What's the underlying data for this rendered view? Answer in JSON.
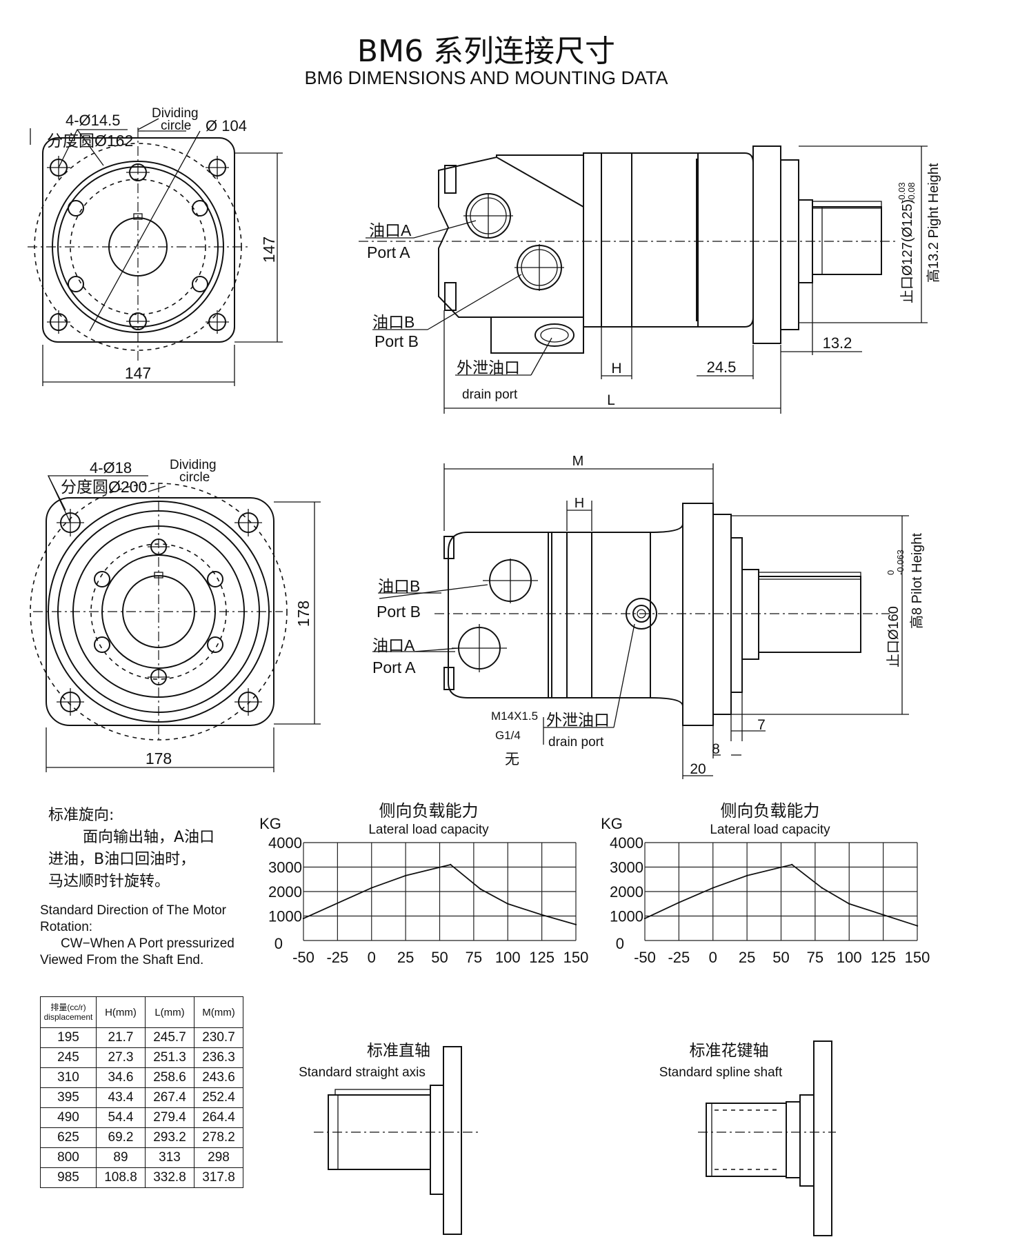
{
  "title_cn": "BM6 系列连接尺寸",
  "title_en": "BM6 DIMENSIONS AND MOUNTING DATA",
  "view1": {
    "holes": "4-Ø14.5",
    "dividing_label": "Dividing",
    "circle_label": "circle",
    "dividing_cn": "分度圆Ø162",
    "bore": "Ø 104",
    "height": "147",
    "width": "147"
  },
  "side1": {
    "port_a_cn": "油口A",
    "port_a_en": "Port A",
    "port_b_cn": "油口B",
    "port_b_en": "Port B",
    "drain_cn": "外泄油口",
    "drain_en": "drain port",
    "h": "H",
    "l": "L",
    "d245": "24.5",
    "d132": "13.2",
    "pilot_cn": "止口Ø127(Ø125)",
    "pilot_tol_upper": "-0.03",
    "pilot_tol_lower": "-0.08",
    "pilot_height": "高13.2 Pight Height"
  },
  "view2": {
    "holes": "4-Ø18",
    "dividing_label": "Dividing",
    "circle_label": "circle",
    "dividing_cn": "分度圆Ø200",
    "height": "178",
    "width": "178"
  },
  "side2": {
    "m": "M",
    "h": "H",
    "port_b_cn": "油口B",
    "port_b_en": "Port B",
    "port_a_cn": "油口A",
    "port_a_en": "Port A",
    "thread1": "M14X1.5",
    "thread2": "G1/4",
    "thread3": "无",
    "drain_cn": "外泄油口",
    "drain_en": "drain port",
    "d7": "7",
    "d8": "8",
    "d20": "20",
    "pilot_cn": "止口Ø160",
    "pilot_tol_upper": "0",
    "pilot_tol_lower": "-0.063",
    "pilot_height": "高8 Pilot Height"
  },
  "rotation": {
    "heading_cn": "标准旋向:",
    "line1_cn": "面向输出轴，A油口",
    "line2_cn": "进油，B油口回油时，",
    "line3_cn": "马达顺时针旋转。",
    "en1": "Standard Direction of The Motor",
    "en2": "Rotation:",
    "en3": "CW−When A Port pressurized",
    "en4": "Viewed From the Shaft End."
  },
  "chart_data": [
    {
      "type": "line",
      "title": "侧向负载能力",
      "subtitle": "Lateral load capacity",
      "ylabel": "KG",
      "x_ticks": [
        "-50",
        "-25",
        "0",
        "25",
        "50",
        "75",
        "100",
        "125",
        "150"
      ],
      "y_ticks": [
        "4000",
        "3000",
        "2000",
        "1000",
        "0"
      ],
      "xlim": [
        -50,
        150
      ],
      "ylim": [
        0,
        4000
      ],
      "grid": true,
      "x": [
        -50,
        0,
        25,
        58,
        80,
        100,
        125,
        150
      ],
      "y": [
        900,
        2150,
        2650,
        3100,
        2100,
        1500,
        1050,
        650
      ]
    },
    {
      "type": "line",
      "title": "侧向负载能力",
      "subtitle": "Lateral load capacity",
      "ylabel": "KG",
      "x_ticks": [
        "-50",
        "-25",
        "0",
        "25",
        "50",
        "75",
        "100",
        "125",
        "150"
      ],
      "y_ticks": [
        "4000",
        "3000",
        "2000",
        "1000",
        "0"
      ],
      "xlim": [
        -50,
        150
      ],
      "ylim": [
        0,
        4000
      ],
      "grid": true,
      "x": [
        -50,
        -25,
        0,
        25,
        58,
        80,
        100,
        125,
        150
      ],
      "y": [
        900,
        1550,
        2150,
        2650,
        3100,
        2150,
        1500,
        1050,
        600
      ]
    }
  ],
  "table": {
    "headers": [
      "排量(cc/r) displacement",
      "H(mm)",
      "L(mm)",
      "M(mm)"
    ],
    "rows": [
      [
        "195",
        "21.7",
        "245.7",
        "230.7"
      ],
      [
        "245",
        "27.3",
        "251.3",
        "236.3"
      ],
      [
        "310",
        "34.6",
        "258.6",
        "243.6"
      ],
      [
        "395",
        "43.4",
        "267.4",
        "252.4"
      ],
      [
        "490",
        "54.4",
        "279.4",
        "264.4"
      ],
      [
        "625",
        "69.2",
        "293.2",
        "278.2"
      ],
      [
        "800",
        "89",
        "313",
        "298"
      ],
      [
        "985",
        "108.8",
        "332.8",
        "317.8"
      ]
    ]
  },
  "shaft1": {
    "cn": "标准直轴",
    "en": "Standard straight axis"
  },
  "shaft2": {
    "cn": "标准花键轴",
    "en": "Standard spline shaft"
  }
}
